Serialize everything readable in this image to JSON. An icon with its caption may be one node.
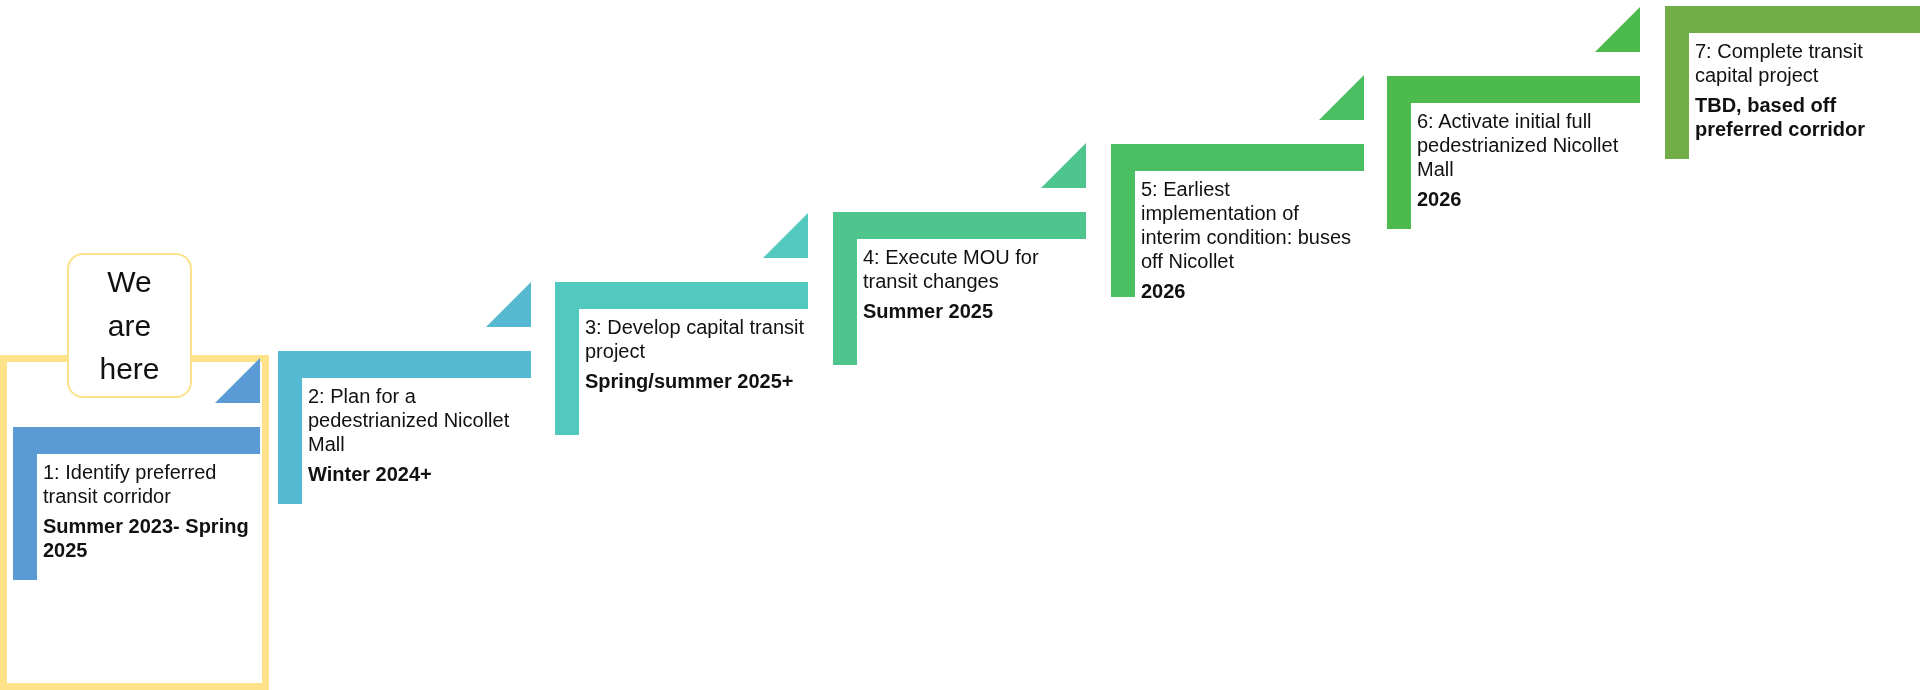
{
  "diagram": {
    "nodes": [
      {
        "text": [],
        "shape": "box"
      },
      {
        "text": [
          "1: Identify preferred transit corridor",
          "Summer 2023- Spring 2025"
        ],
        "in": 0
      },
      {
        "text": [
          "2: Plan for a pedestrianized Nicollet Mall",
          "Winter 2024+"
        ]
      },
      {
        "text": [
          "3: Develop capital transit project",
          "Spring/summer 2025+"
        ]
      },
      {
        "text": [
          "4: Execute MOU for transit changes",
          "Summer 2025"
        ]
      },
      {
        "text": [
          "5: Earliest implementation of interim condition: buses off Nicollet",
          "2026"
        ]
      },
      {
        "text": [
          "6: Activate initial full pedestrianized Nicollet Mall",
          "2026"
        ]
      },
      {
        "text": [
          "7: Complete transit capital project",
          "TBD, based off preferred corridor"
        ]
      },
      {
        "text": [
          "We are here"
        ]
      }
    ]
  }
}
